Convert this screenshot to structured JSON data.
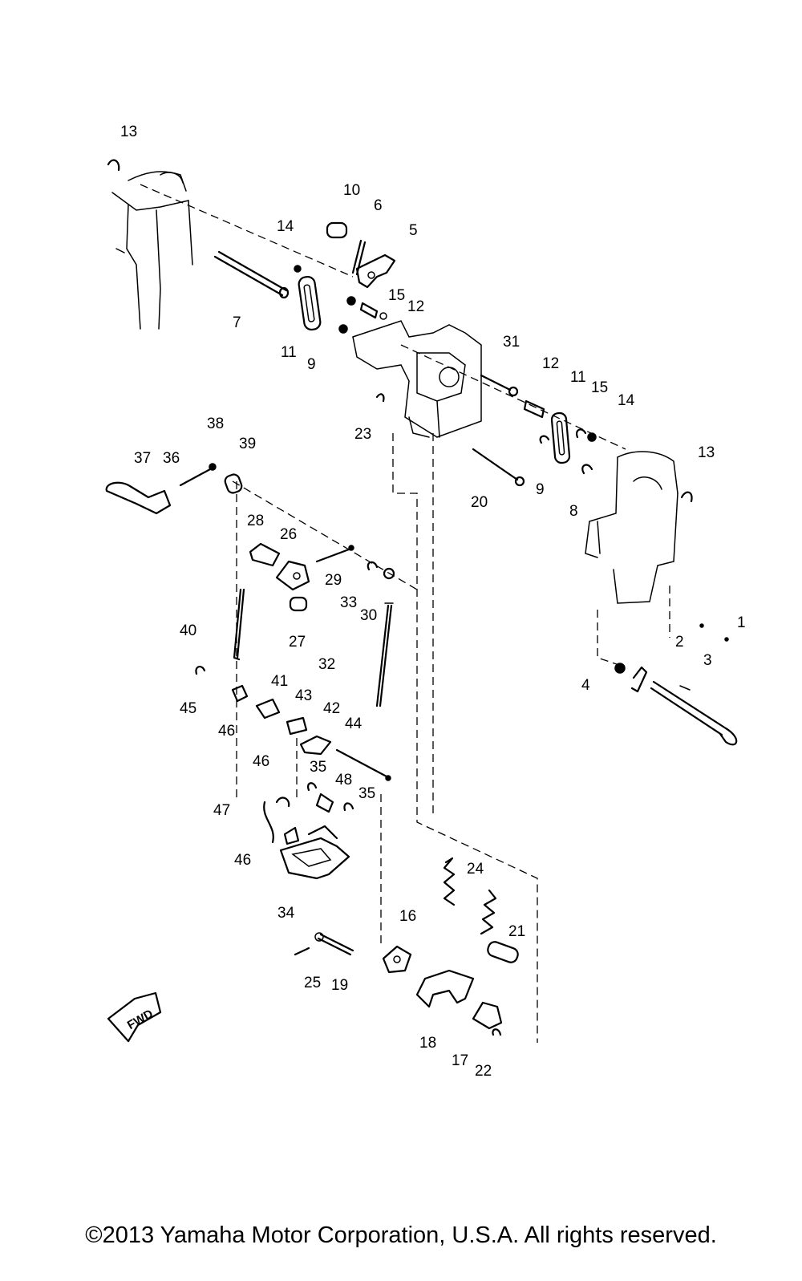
{
  "callouts": [
    "1",
    "2",
    "3",
    "4",
    "5",
    "6",
    "7",
    "8",
    "9",
    "10",
    "11",
    "12",
    "13",
    "14",
    "15",
    "16",
    "17",
    "18",
    "19",
    "20",
    "21",
    "22",
    "23",
    "24",
    "25",
    "26",
    "27",
    "28",
    "29",
    "30",
    "31",
    "32",
    "33",
    "34",
    "35",
    "36",
    "37",
    "38",
    "39",
    "40",
    "41",
    "42",
    "43",
    "44",
    "45",
    "46",
    "47",
    "48"
  ],
  "fwd_label": "FWD",
  "copyright": "©2013 Yamaha Motor Corporation, U.S.A. All rights reserved."
}
